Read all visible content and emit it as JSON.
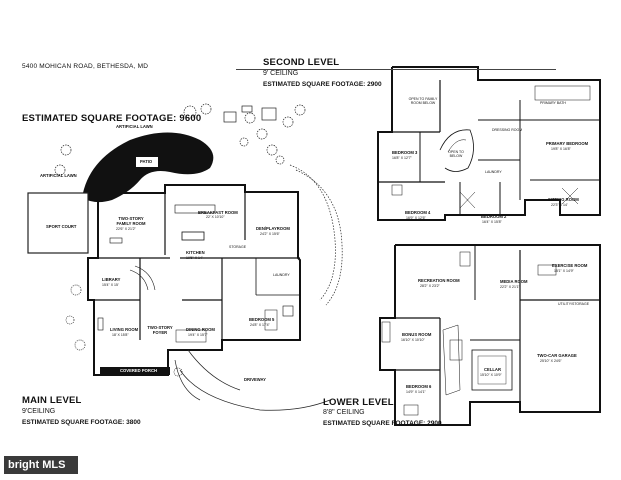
{
  "address": "5400 MOHICAN ROAD, BETHESDA, MD",
  "estimated_total": "ESTIMATED SQUARE FOOTAGE: 9600",
  "levels": {
    "second": {
      "title": "SECOND LEVEL",
      "ceiling": "9' CEILING",
      "sqft": "ESTIMATED SQUARE FOOTAGE: 2900"
    },
    "main": {
      "title": "MAIN LEVEL",
      "ceiling": "9'CEILING",
      "sqft": "ESTIMATED SQUARE FOOTAGE: 3800"
    },
    "lower": {
      "title": "LOWER LEVEL",
      "ceiling": "8'8\" CEILING",
      "sqft": "ESTIMATED SQUARE FOOTAGE: 2900"
    }
  },
  "main_rooms": {
    "artificial_lawn_top": "ARTIFICIAL LAWN",
    "artificial_lawn_left": "ARTIFICIAL LAWN",
    "patio": "PATIO",
    "sport_court": "SPORT COURT",
    "family_room": "TWO-STORY FAMILY ROOM",
    "family_room_dim": "22'6\" X 21'2\"",
    "breakfast_room": "BREAKFAST ROOM",
    "breakfast_room_dim": "22' X 10'10\"",
    "den": "DEN/PLAYROOM",
    "den_dim": "24'2\" X 15'6\"",
    "kitchen": "KITCHEN",
    "kitchen_dim": "19'5\" X 14'",
    "storage": "STORAGE",
    "library": "LIBRARY",
    "library_dim": "15'4\" X 15'",
    "living_room": "LIVING ROOM",
    "living_room_dim": "18' X 15'8\"",
    "foyer": "TWO-STORY FOYER",
    "dining_room": "DINING ROOM",
    "dining_room_dim": "19'4\" X 15'7\"",
    "bedroom5": "BEDROOM 5",
    "bedroom5_dim": "24'8\" X 17'4\"",
    "covered_porch": "COVERED PORCH",
    "driveway": "DRIVEWAY",
    "laundry": "LAUNDRY"
  },
  "second_rooms": {
    "open_to_family": "OPEN TO FAMILY ROOM BELOW",
    "open_to_below": "OPEN TO BELOW",
    "bedroom3": "BEDROOM 3",
    "bedroom3_dim": "16'8\" X 12'7\"",
    "bedroom4": "BEDROOM 4",
    "bedroom4_dim": "16'9\" X 12'6\"",
    "bedroom2": "BEDROOM 2",
    "bedroom2_dim": "16'4\" X 15'8\"",
    "primary_bedroom": "PRIMARY BEDROOM",
    "primary_bedroom_dim": "19'8\" X 16'8\"",
    "sitting_room": "SITTING ROOM",
    "sitting_room_dim": "22'3\" X 14'",
    "primary_bath": "PRIMARY BATH",
    "dressing_room": "DRESSING ROOM",
    "laundry": "LAUNDRY"
  },
  "lower_rooms": {
    "recreation_room": "RECREATION ROOM",
    "recreation_room_dim": "28'2\" X 23'2\"",
    "media_room": "MEDIA ROOM",
    "media_room_dim": "22'2\" X 21'1\"",
    "exercise_room": "EXERCISE ROOM",
    "exercise_room_dim": "15'1\" X 14'9\"",
    "bonus_room": "BONUS ROOM",
    "bonus_room_dim": "16'10\" X 10'10\"",
    "bedroom6": "BEDROOM 6",
    "bedroom6_dim": "14'9\" X 14'1\"",
    "cellar": "CELLAR",
    "cellar_dim": "15'10\" X 10'9\"",
    "garage": "TWO-CAR GARAGE",
    "garage_dim": "25'10\" X 24'6\"",
    "utility": "UTILITY/STORAGE"
  },
  "watermark": "bright MLS"
}
